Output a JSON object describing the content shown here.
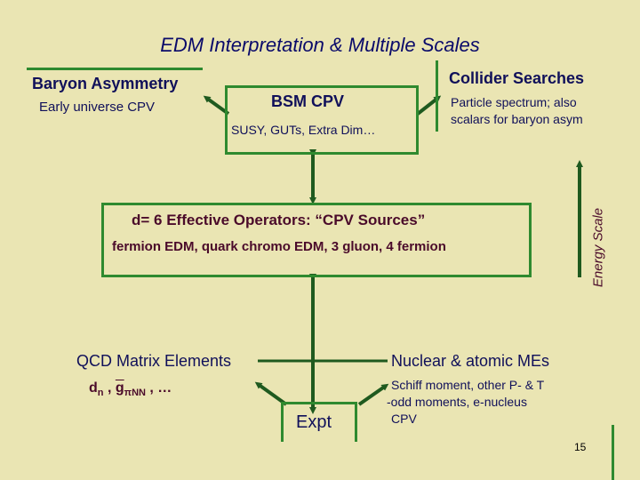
{
  "title": "EDM Interpretation & Multiple Scales",
  "baryon": {
    "heading": "Baryon Asymmetry",
    "sub": "Early universe CPV"
  },
  "bsm": {
    "heading": "BSM CPV",
    "sub": "SUSY, GUTs, Extra Dim…"
  },
  "collider": {
    "heading": "Collider Searches",
    "line1": "Particle spectrum; also",
    "line2": "scalars for baryon asym"
  },
  "operators": {
    "heading": "d= 6 Effective Operators: “CPV Sources”",
    "sub": "fermion EDM, quark chromo EDM, 3 gluon, 4 fermion"
  },
  "energy_scale": "Energy Scale",
  "qcd": {
    "heading": "QCD Matrix Elements",
    "d": "d",
    "d_sub": "n",
    "sep": " ,  ",
    "g": "g",
    "g_sub": "πNN",
    "tail": " , …"
  },
  "nuclear": {
    "heading": "Nuclear & atomic MEs",
    "line1": "Schiff moment, other P- & T",
    "line2": "-odd moments, e-nucleus",
    "line3": "CPV"
  },
  "expt": "Expt",
  "page_number": "15",
  "colors": {
    "background": "#eae5b3",
    "frame": "#2f8a2f",
    "arrow": "#1f5a1f",
    "title": "#0a0a6a"
  }
}
